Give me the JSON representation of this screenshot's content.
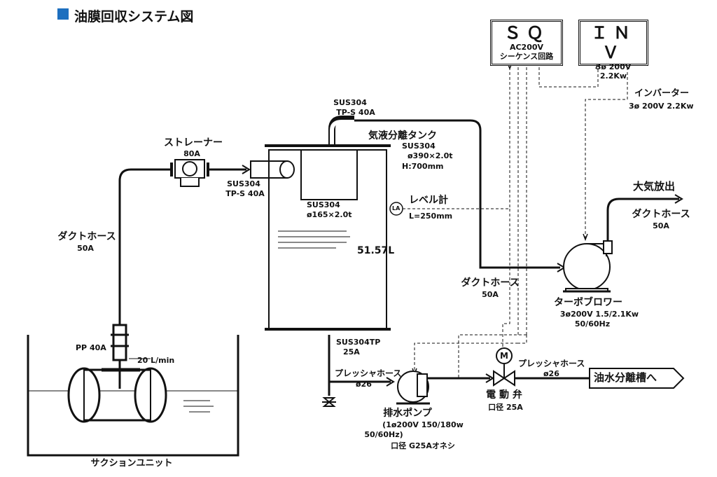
{
  "title": "油膜回収システム図",
  "sq": {
    "title": "ＳＱ",
    "line1": "AC200V",
    "line2": "シーケンス回路"
  },
  "inv": {
    "title": "ＩＮＶ",
    "line1": "3ø  200V",
    "line2": "2.2Kw"
  },
  "inverter": {
    "name": "インバーター",
    "spec": "3ø  200V  2.2Kw"
  },
  "pipe_top": {
    "line1": "SUS304",
    "line2": "TP-S  40A"
  },
  "separator": {
    "name": "気液分離タンク",
    "material": "SUS304",
    "size": "ø390×2.0t",
    "height": "H:700mm"
  },
  "inner_pipe": {
    "line1": "SUS304",
    "line2": "ø165×2.0t"
  },
  "level": {
    "symbol": "LA",
    "name": "レベル計",
    "length": "L=250mm"
  },
  "volume": "51.57L",
  "strainer": {
    "name": "ストレーナー",
    "size": "80A"
  },
  "inlet_pipe": {
    "line1": "SUS304",
    "line2": "TP-S  40A"
  },
  "hose_left": {
    "name": "ダクトホース",
    "size": "50A"
  },
  "hose_mid": {
    "name": "ダクトホース",
    "size": "50A"
  },
  "hose_right": {
    "name": "ダクトホース",
    "size": "50A"
  },
  "exhaust": "大気放出",
  "blower": {
    "name": "ターボブロワー",
    "spec1": "3ø200V  1.5/2.1Kw",
    "spec2": "50/60Hz"
  },
  "bottom_pipe": {
    "line1": "SUS304TP",
    "line2": "25A"
  },
  "pressure_hose_left": {
    "name": "プレッシャホース",
    "size": "ø26"
  },
  "pressure_hose_right": {
    "name": "プレッシャホース",
    "size": "ø26"
  },
  "pump": {
    "name": "排水ポンプ",
    "spec1": "(1ø200V  150/180w",
    "spec2": "50/60Hz)",
    "spec3": "口径  G25Aオネシ"
  },
  "valve": {
    "symbol": "M",
    "name": "電 動 弁",
    "size": "口径  25A"
  },
  "destination": "油水分離槽へ",
  "suction": {
    "pipe": "PP  40A",
    "flow": "20  L/min",
    "name": "サクションユニット"
  }
}
